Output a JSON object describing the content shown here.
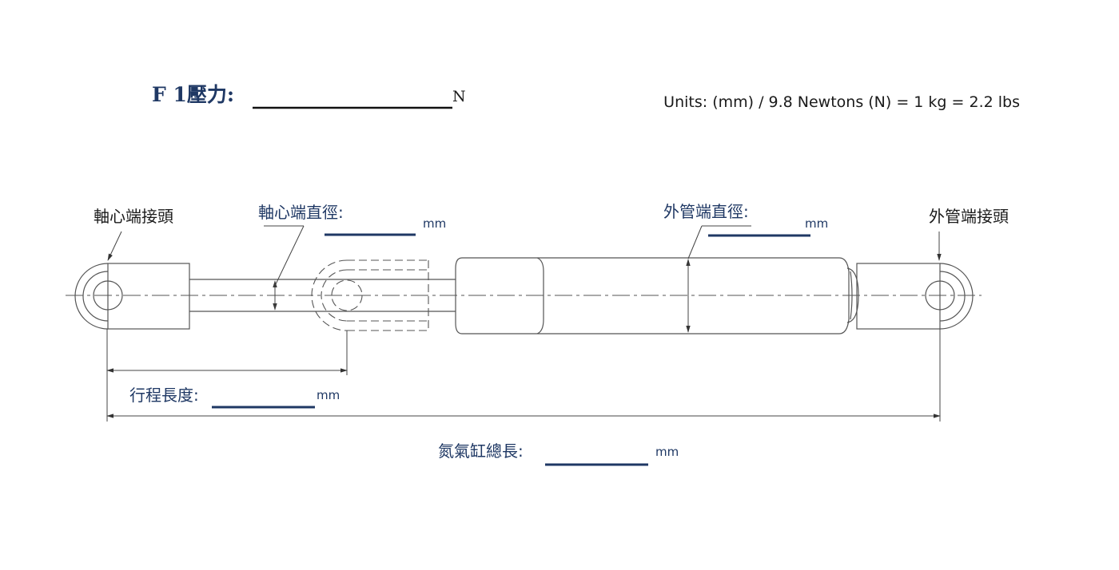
{
  "header": {
    "force_label": "F 1壓力:",
    "force_unit": "N",
    "units_note": "Units: (mm) / 9.8 Newtons (N) = 1 kg = 2.2 lbs"
  },
  "labels": {
    "rod_end_fitting": "軸心端接頭",
    "rod_diameter": "軸心端直徑:",
    "rod_diameter_unit": "mm",
    "tube_diameter": "外管端直徑:",
    "tube_diameter_unit": "mm",
    "tube_end_fitting": "外管端接頭",
    "stroke_length": "行程長度:",
    "stroke_length_unit": "mm",
    "total_length": "氮氣缸總長:",
    "total_length_unit": "mm"
  },
  "colors": {
    "accent_navy": "#1f3864",
    "line_gray": "#555555"
  }
}
